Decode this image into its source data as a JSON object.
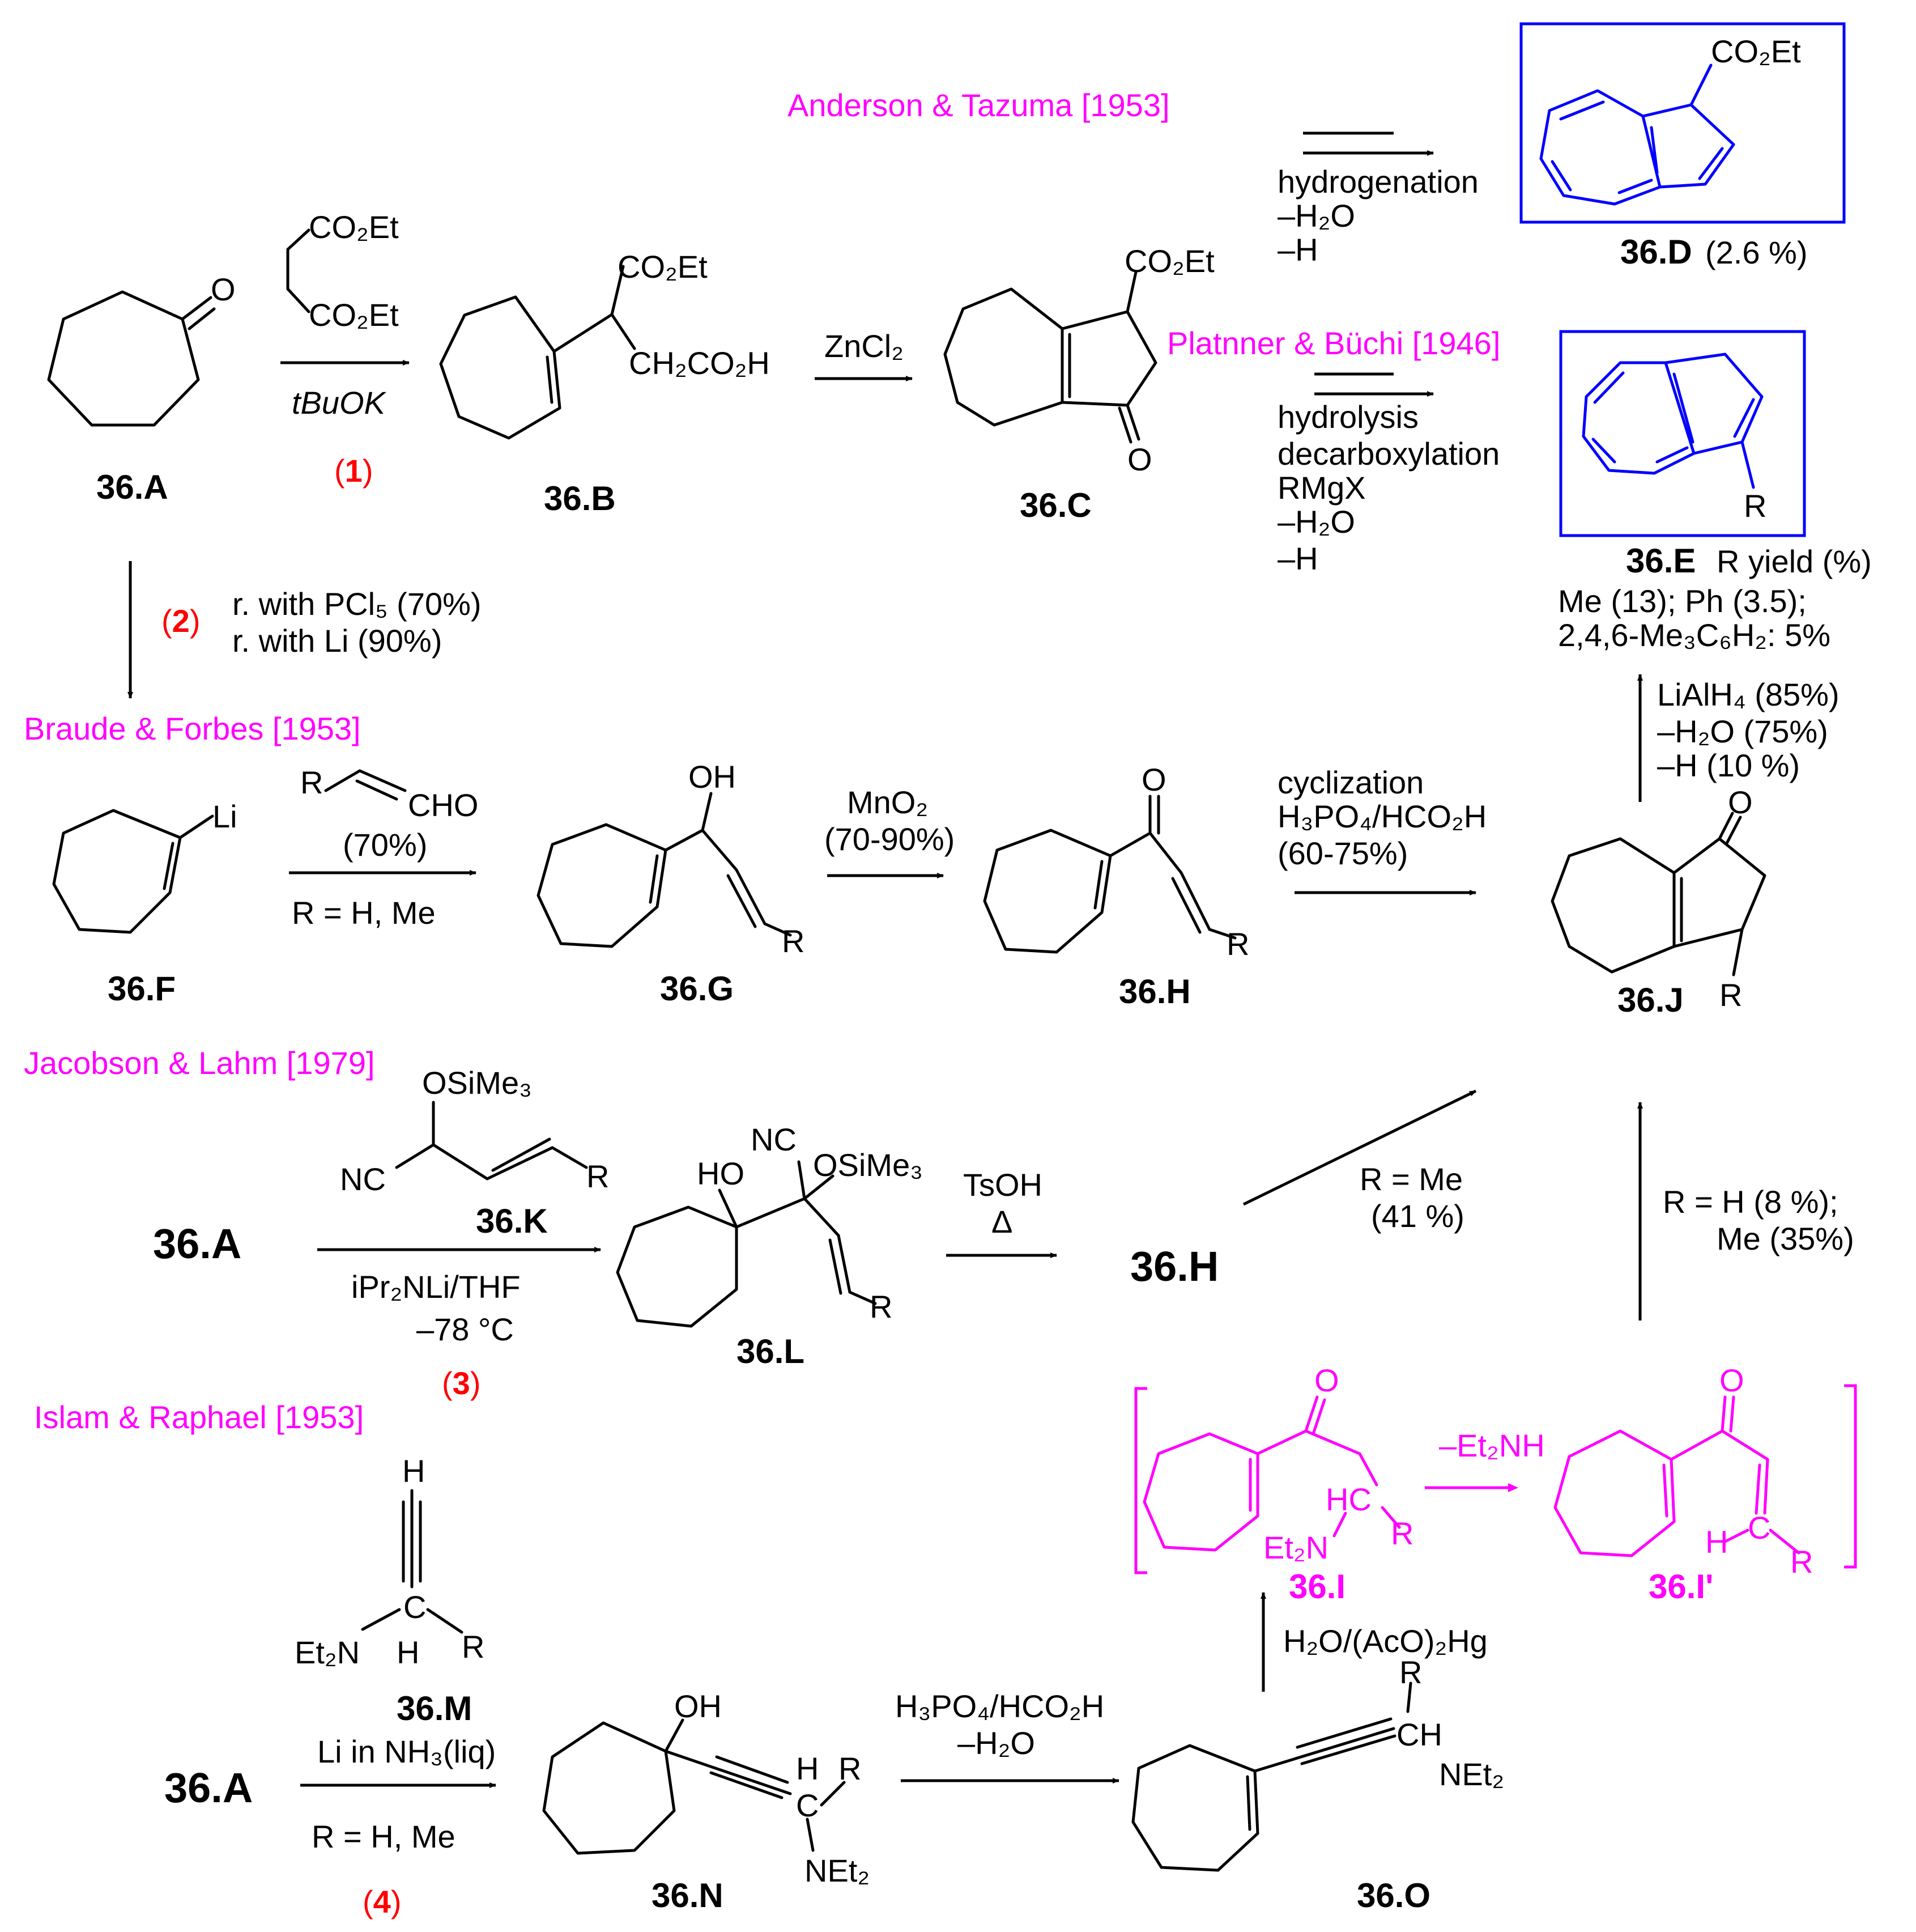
{
  "compounds": {
    "A": "36.A",
    "B": "36.B",
    "C": "36.C",
    "D": "36.D",
    "D_yield": "(2.6 %)",
    "E": "36.E",
    "E_header": "R yield (%)",
    "E_yields_1": "Me (13); Ph (3.5);",
    "E_yields_2": "2,4,6-Me₃C₆H₂: 5%",
    "F": "36.F",
    "G": "36.G",
    "H": "36.H",
    "J": "36.J",
    "K": "36.K",
    "L": "36.L",
    "M": "36.M",
    "N": "36.N",
    "O": "36.O",
    "I": "36.I",
    "I_prime": "36.I'"
  },
  "atoms": {
    "O": "O",
    "Li": "Li",
    "OH": "OH",
    "R": "R",
    "H": "H",
    "C": "C",
    "HC": "HC",
    "CH": "CH",
    "NC": "NC",
    "HO": "HO",
    "CHO": "CHO",
    "CO2Et": "CO₂Et",
    "CH2CO2H": "CH₂CO₂H",
    "OSiMe3": "OSiMe₃",
    "Et2N": "Et₂N",
    "NEt2": "NEt₂"
  },
  "references": {
    "anderson": "Anderson & Tazuma [1953]",
    "platnner": "Platnner & Büchi [1946]",
    "braude": "Braude & Forbes [1953]",
    "jacobson": "Jacobson & Lahm [1979]",
    "islam": "Islam & Raphael [1953]"
  },
  "routes": {
    "r1": "(1)",
    "r2": "(2)",
    "r3": "(3)",
    "r4": "(4)",
    "r1_num": "1",
    "r2_num": "2",
    "r3_num": "3",
    "r4_num": "4"
  },
  "conditions": {
    "tBuOK": "tBuOK",
    "ZnCl2": "ZnCl₂",
    "hydrogenation": "hydrogenation",
    "minus_H2O": "–H₂O",
    "minus_H": "–H",
    "hydrolysis": "hydrolysis",
    "decarboxylation": "decarboxylation",
    "RMgX": "RMgX",
    "pcl5": "r. with PCl₅ (70%)",
    "li": "r. with Li (90%)",
    "yield70": "(70%)",
    "R_H_Me": "R = H, Me",
    "MnO2": "MnO₂",
    "mno2_yield": "(70-90%)",
    "cyclization": "cyclization",
    "h3po4": "H₃PO₄/HCO₂H",
    "cycl_yield": "(60-75%)",
    "lialh4": "LiAlH₄ (85%)",
    "h2o75": "–H₂O (75%)",
    "h10": "–H (10 %)",
    "lda": "iPr₂NLi/THF",
    "temp": "–78 °C",
    "TsOH": "TsOH",
    "delta": "Δ",
    "R_Me": "R = Me",
    "yield41": "(41 %)",
    "R_H8": "R = H (8 %);",
    "Me35": "Me (35%)",
    "minus_Et2NH": "–Et₂NH",
    "hg": "H₂O/(AcO)₂Hg",
    "li_nh3": "Li in NH₃(liq)",
    "minus_H2O_b": "–H₂O"
  },
  "colors": {
    "black": "#000000",
    "magenta": "#ff00ff",
    "blue": "#0000ff",
    "red": "#ff0000"
  }
}
